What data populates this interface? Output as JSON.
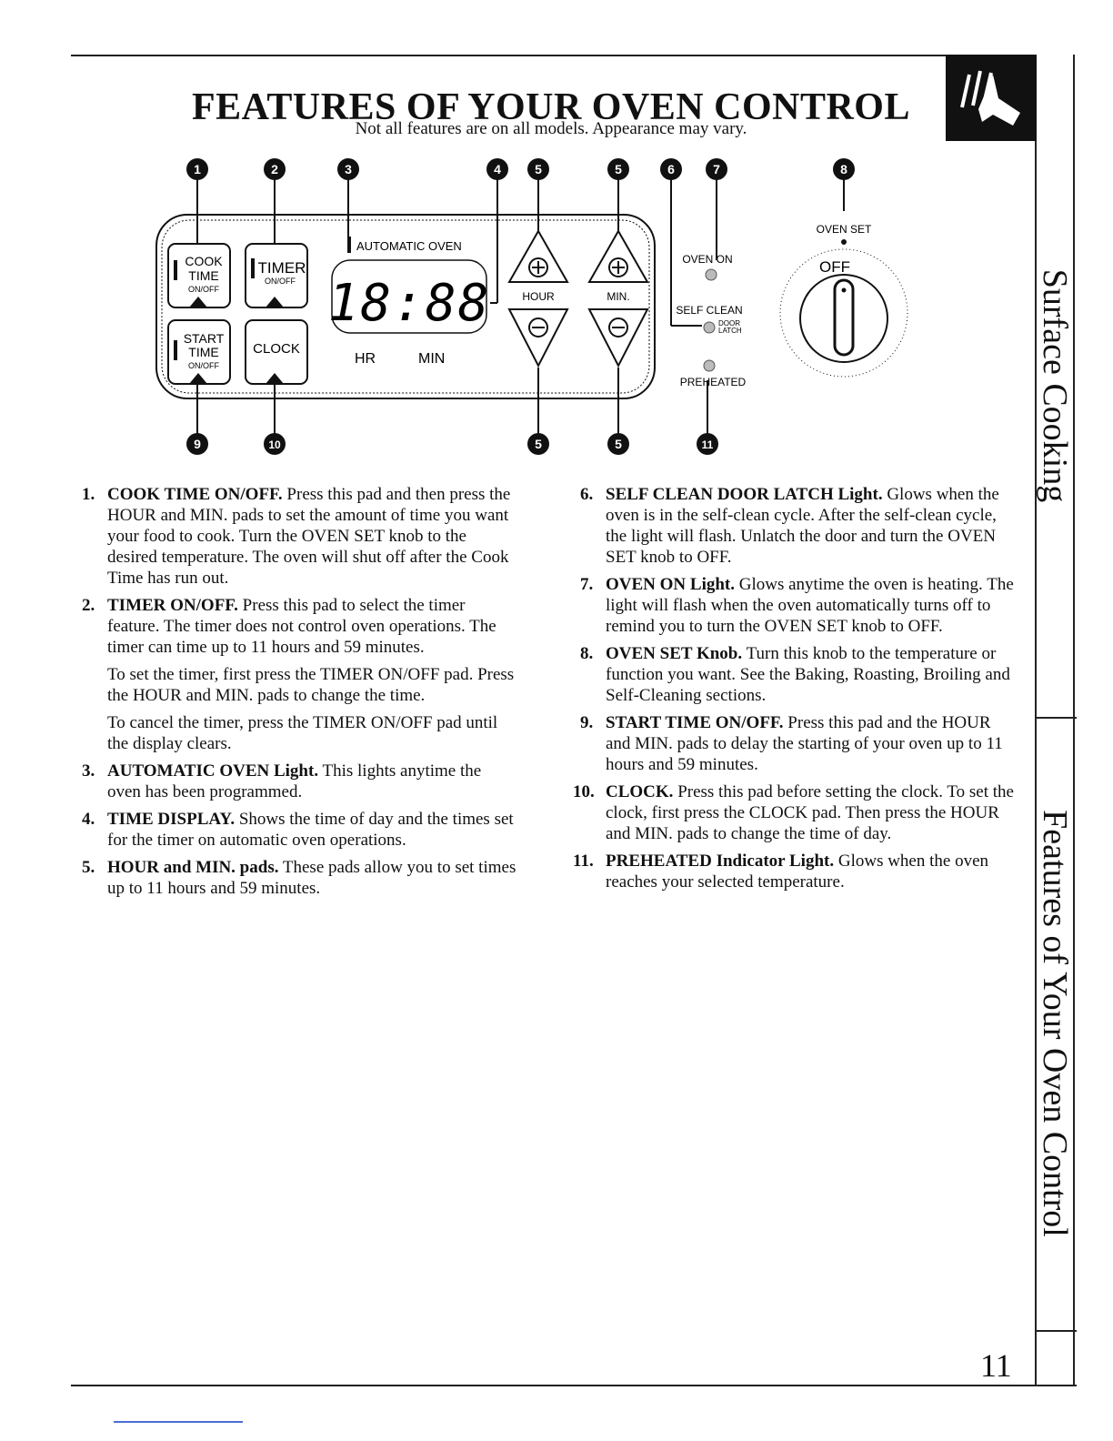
{
  "header": {
    "title": "FEATURES OF YOUR OVEN CONTROL",
    "subtitle": "Not all features are on all models. Appearance may vary."
  },
  "side_tabs": {
    "top": "Surface Cooking",
    "bottom": "Features of Your Oven Control"
  },
  "diagram": {
    "callouts_top": [
      "1",
      "2",
      "3",
      "4",
      "5",
      "5",
      "6",
      "7",
      "8"
    ],
    "callouts_bottom": [
      "9",
      "10",
      "5",
      "5",
      "11"
    ],
    "pad_cook": [
      "COOK",
      "TIME",
      "ON/OFF"
    ],
    "pad_timer": [
      "TIMER",
      "ON/OFF"
    ],
    "pad_start": [
      "START",
      "TIME",
      "ON/OFF"
    ],
    "pad_clock": "CLOCK",
    "automatic_oven": "AUTOMATIC OVEN",
    "display_digits": "18:88",
    "display_hr": "HR",
    "display_min": "MIN",
    "hour_label": "HOUR",
    "min_label": "MIN.",
    "oven_on": "OVEN ON",
    "self_clean": "SELF CLEAN",
    "door_latch": [
      "DOOR",
      "LATCH"
    ],
    "preheated": "PREHEATED",
    "oven_set": "OVEN SET",
    "knob_off": "OFF"
  },
  "features": [
    {
      "num": "1.",
      "head": "COOK TIME ON/OFF.",
      "text": "Press this pad and then press the HOUR and MIN. pads to set the amount of time you want your food to cook. Turn the OVEN SET knob to the desired temperature. The oven will shut off after the Cook Time has run out."
    },
    {
      "num": "2.",
      "head": "TIMER ON/OFF.",
      "text": "Press this pad to select the timer feature. The timer does not control oven operations. The timer can time up to 11 hours and 59 minutes."
    },
    {
      "para": "To set the timer, first press the TIMER ON/OFF pad. Press the HOUR and MIN. pads to change the time."
    },
    {
      "para": "To cancel the timer, press the TIMER ON/OFF pad until the display clears."
    },
    {
      "num": "3.",
      "head": "AUTOMATIC OVEN Light.",
      "text": "This lights anytime the oven has been programmed."
    },
    {
      "num": "4.",
      "head": "TIME DISPLAY.",
      "text": "Shows the time of day and the times set for the timer on automatic oven operations."
    },
    {
      "num": "5.",
      "head": "HOUR and MIN. pads.",
      "text": "These pads allow you to set times up to 11 hours and 59 minutes."
    },
    {
      "num": "6.",
      "head": "SELF CLEAN DOOR LATCH Light.",
      "text": "Glows when the oven is in the self-clean cycle. After the self-clean cycle, the light will flash. Unlatch the door and turn the OVEN SET knob to OFF."
    },
    {
      "num": "7.",
      "head": "OVEN ON Light.",
      "text": "Glows anytime the oven is heating. The light will flash when the oven automatically turns off to remind you to turn the OVEN SET knob to OFF."
    },
    {
      "num": "8.",
      "head": "OVEN SET Knob.",
      "text": "Turn this knob to the temperature or function you want. See the Baking, Roasting, Broiling and Self-Cleaning sections."
    },
    {
      "num": "9.",
      "head": "START TIME ON/OFF.",
      "text": "Press this pad and the HOUR and MIN. pads to delay the starting of your oven up to 11 hours and 59 minutes."
    },
    {
      "num": "10.",
      "head": "CLOCK.",
      "text": "Press this pad before setting the clock. To set the clock, first press the CLOCK pad. Then press the HOUR and MIN. pads to change the time of day."
    },
    {
      "num": "11.",
      "head": "PREHEATED Indicator Light.",
      "text": "Glows when the oven reaches your selected temperature."
    }
  ],
  "page_number": "11"
}
